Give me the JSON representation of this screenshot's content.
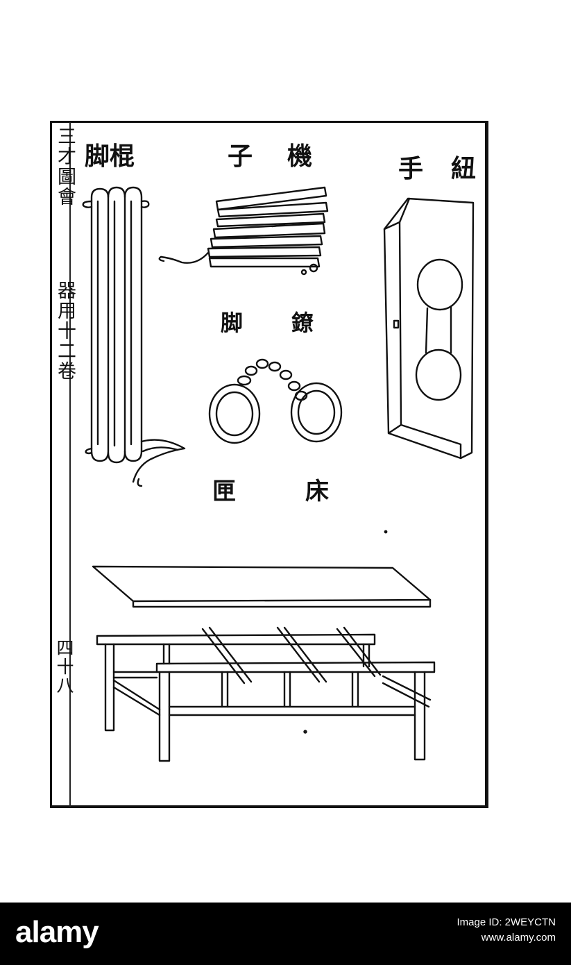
{
  "margin": {
    "book_title": "三才圖會",
    "section": "器用十二卷",
    "page_number": "四十八"
  },
  "items": {
    "foot_rod": "脚棍",
    "foot_press": "子機",
    "handcuff": "手紐",
    "fetters": "脚鐐",
    "bed": "匣床"
  },
  "footer": {
    "logo": "alamy",
    "image_id": "Image ID: 2WEYCTN",
    "site": "www.alamy.com"
  },
  "colors": {
    "ink": "#111111",
    "paper": "#ffffff",
    "footer_bg": "#000000"
  }
}
